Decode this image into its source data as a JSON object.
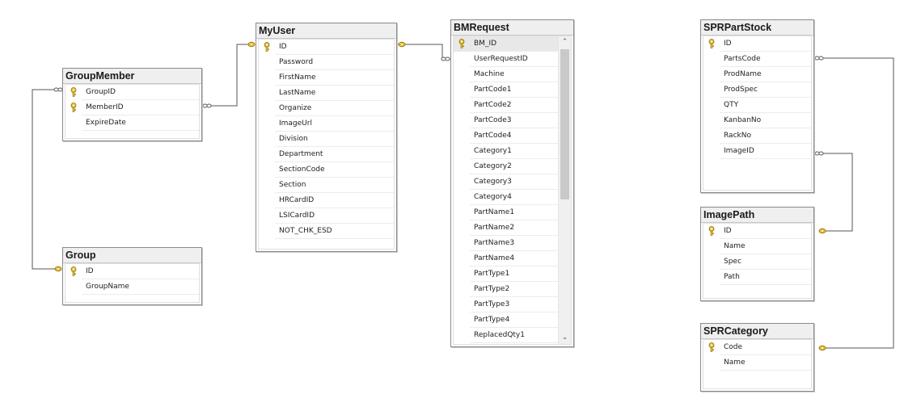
{
  "diagram": {
    "tables": [
      {
        "id": "groupmember",
        "name": "GroupMember",
        "columns": [
          {
            "name": "GroupID",
            "key": true
          },
          {
            "name": "MemberID",
            "key": true
          },
          {
            "name": "ExpireDate",
            "key": false
          }
        ]
      },
      {
        "id": "group",
        "name": "Group",
        "columns": [
          {
            "name": "ID",
            "key": true
          },
          {
            "name": "GroupName",
            "key": false
          }
        ]
      },
      {
        "id": "myuser",
        "name": "MyUser",
        "columns": [
          {
            "name": "ID",
            "key": true
          },
          {
            "name": "Password",
            "key": false
          },
          {
            "name": "FirstName",
            "key": false
          },
          {
            "name": "LastName",
            "key": false
          },
          {
            "name": "Organize",
            "key": false
          },
          {
            "name": "ImageUrl",
            "key": false
          },
          {
            "name": "Division",
            "key": false
          },
          {
            "name": "Department",
            "key": false
          },
          {
            "name": "SectionCode",
            "key": false
          },
          {
            "name": "Section",
            "key": false
          },
          {
            "name": "HRCardID",
            "key": false
          },
          {
            "name": "LSICardID",
            "key": false
          },
          {
            "name": "NOT_CHK_ESD",
            "key": false
          }
        ]
      },
      {
        "id": "bmrequest",
        "name": "BMRequest",
        "scroll": {
          "up_glyph": "⌃",
          "down_glyph": "⌄"
        },
        "columns": [
          {
            "name": "BM_ID",
            "key": true
          },
          {
            "name": "UserRequestID",
            "key": false
          },
          {
            "name": "Machine",
            "key": false
          },
          {
            "name": "PartCode1",
            "key": false
          },
          {
            "name": "PartCode2",
            "key": false
          },
          {
            "name": "PartCode3",
            "key": false
          },
          {
            "name": "PartCode4",
            "key": false
          },
          {
            "name": "Category1",
            "key": false
          },
          {
            "name": "Category2",
            "key": false
          },
          {
            "name": "Category3",
            "key": false
          },
          {
            "name": "Category4",
            "key": false
          },
          {
            "name": "PartName1",
            "key": false
          },
          {
            "name": "PartName2",
            "key": false
          },
          {
            "name": "PartName3",
            "key": false
          },
          {
            "name": "PartName4",
            "key": false
          },
          {
            "name": "PartType1",
            "key": false
          },
          {
            "name": "PartType2",
            "key": false
          },
          {
            "name": "PartType3",
            "key": false
          },
          {
            "name": "PartType4",
            "key": false
          },
          {
            "name": "ReplacedQty1",
            "key": false
          }
        ]
      },
      {
        "id": "sprpartstock",
        "name": "SPRPartStock",
        "columns": [
          {
            "name": "ID",
            "key": true
          },
          {
            "name": "PartsCode",
            "key": false
          },
          {
            "name": "ProdName",
            "key": false
          },
          {
            "name": "ProdSpec",
            "key": false
          },
          {
            "name": "QTY",
            "key": false
          },
          {
            "name": "KanbanNo",
            "key": false
          },
          {
            "name": "RackNo",
            "key": false
          },
          {
            "name": "ImageID",
            "key": false
          }
        ]
      },
      {
        "id": "imagepath",
        "name": "ImagePath",
        "columns": [
          {
            "name": "ID",
            "key": true
          },
          {
            "name": "Name",
            "key": false
          },
          {
            "name": "Spec",
            "key": false
          },
          {
            "name": "Path",
            "key": false
          }
        ]
      },
      {
        "id": "sprcategory",
        "name": "SPRCategory",
        "columns": [
          {
            "name": "Code",
            "key": true
          },
          {
            "name": "Name",
            "key": false
          }
        ]
      }
    ],
    "relationships": [
      {
        "from": "groupmember.GroupID",
        "to": "group.ID",
        "many_end": "groupmember",
        "one_end": "group"
      },
      {
        "from": "groupmember.MemberID",
        "to": "myuser.ID",
        "many_end": "groupmember",
        "one_end": "myuser"
      },
      {
        "from": "bmrequest.UserRequestID",
        "to": "myuser.ID",
        "many_end": "bmrequest",
        "one_end": "myuser"
      },
      {
        "from": "sprpartstock.ImageID",
        "to": "imagepath.ID",
        "many_end": "sprpartstock",
        "one_end": "imagepath"
      },
      {
        "from": "sprpartstock.PartsCode",
        "to": "sprcategory.Code",
        "many_end": "sprpartstock",
        "one_end": "sprcategory"
      }
    ],
    "colors": {
      "key_fill": "#e8c43a",
      "key_stroke": "#8a6d00",
      "line": "#555555",
      "header_bg": "#efefef"
    }
  }
}
